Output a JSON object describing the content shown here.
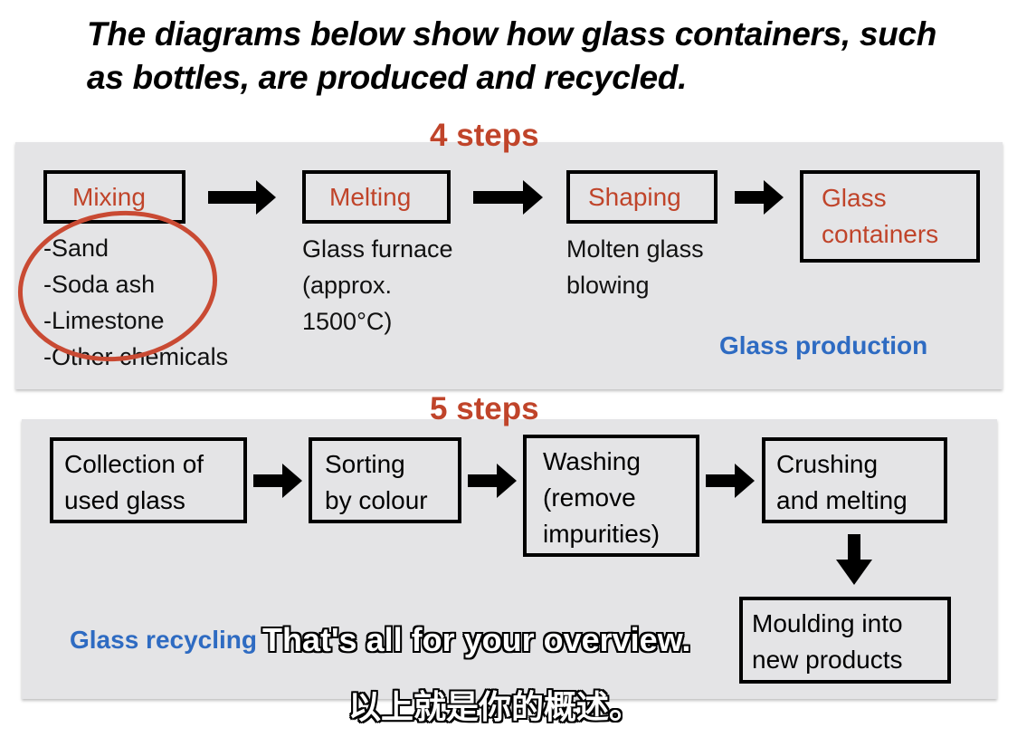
{
  "title": "The diagrams below show how glass containers, such as bottles, are produced and recycled.",
  "production": {
    "steps_label": "4 steps",
    "label": "Glass production",
    "boxes": [
      "Mixing",
      "Melting",
      "Shaping",
      "Glass containers"
    ],
    "mixing_items": [
      "Sand",
      "Soda ash",
      "Limestone",
      "Other chemicals"
    ],
    "melting_note": [
      "Glass furnace",
      "(approx.",
      "1500°C)"
    ],
    "shaping_note": [
      "Molten glass",
      "blowing"
    ]
  },
  "recycling": {
    "steps_label": "5 steps",
    "label": "Glass recycling",
    "boxes": [
      [
        "Collection of",
        "used glass"
      ],
      [
        "Sorting",
        "by colour"
      ],
      [
        "Washing",
        "(remove",
        "impurities)"
      ],
      [
        "Crushing",
        "and melting"
      ],
      [
        "Moulding into",
        "new products"
      ]
    ]
  },
  "subtitles": {
    "english": "That's all for your overview.",
    "chinese": "以上就是你的概述。"
  },
  "colors": {
    "accent_red": "#c0442a",
    "accent_blue": "#2e6bc2",
    "panel": "#e4e4e6"
  }
}
